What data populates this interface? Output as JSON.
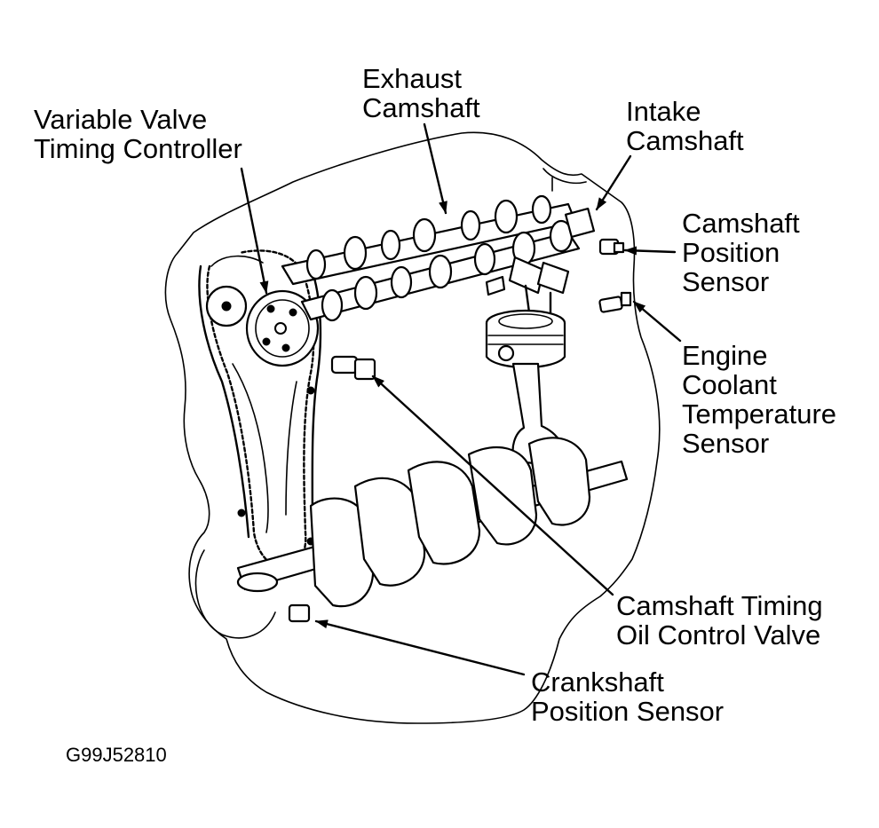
{
  "labels": {
    "vvt_controller": [
      "Variable Valve",
      "Timing Controller"
    ],
    "exhaust_camshaft": [
      "Exhaust",
      "Camshaft"
    ],
    "intake_camshaft": [
      "Intake",
      "Camshaft"
    ],
    "camshaft_position_sensor": [
      "Camshaft",
      "Position",
      "Sensor"
    ],
    "engine_coolant_temperature_sensor": [
      "Engine",
      "Coolant",
      "Temperature",
      "Sensor"
    ],
    "camshaft_timing_oil_control_valve": [
      "Camshaft Timing",
      "Oil Control Valve"
    ],
    "crankshaft_position_sensor": [
      "Crankshaft",
      "Position Sensor"
    ]
  },
  "figure_id": "G99J52810",
  "colors": {
    "ink": "#000000",
    "paper": "#ffffff"
  }
}
